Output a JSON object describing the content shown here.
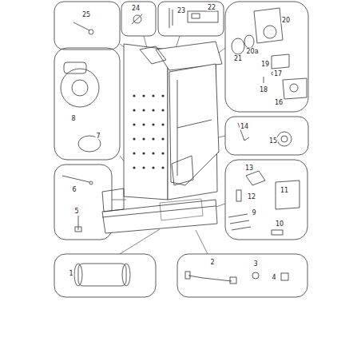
{
  "diagram": {
    "labels": [
      "25",
      "24",
      "23",
      "22",
      "20",
      "21",
      "20a",
      "19",
      "17",
      "18",
      "16",
      "8",
      "7",
      "14",
      "15",
      "6",
      "13",
      "12",
      "11",
      "5",
      "9",
      "10",
      "1",
      "2",
      "3",
      "4"
    ]
  }
}
